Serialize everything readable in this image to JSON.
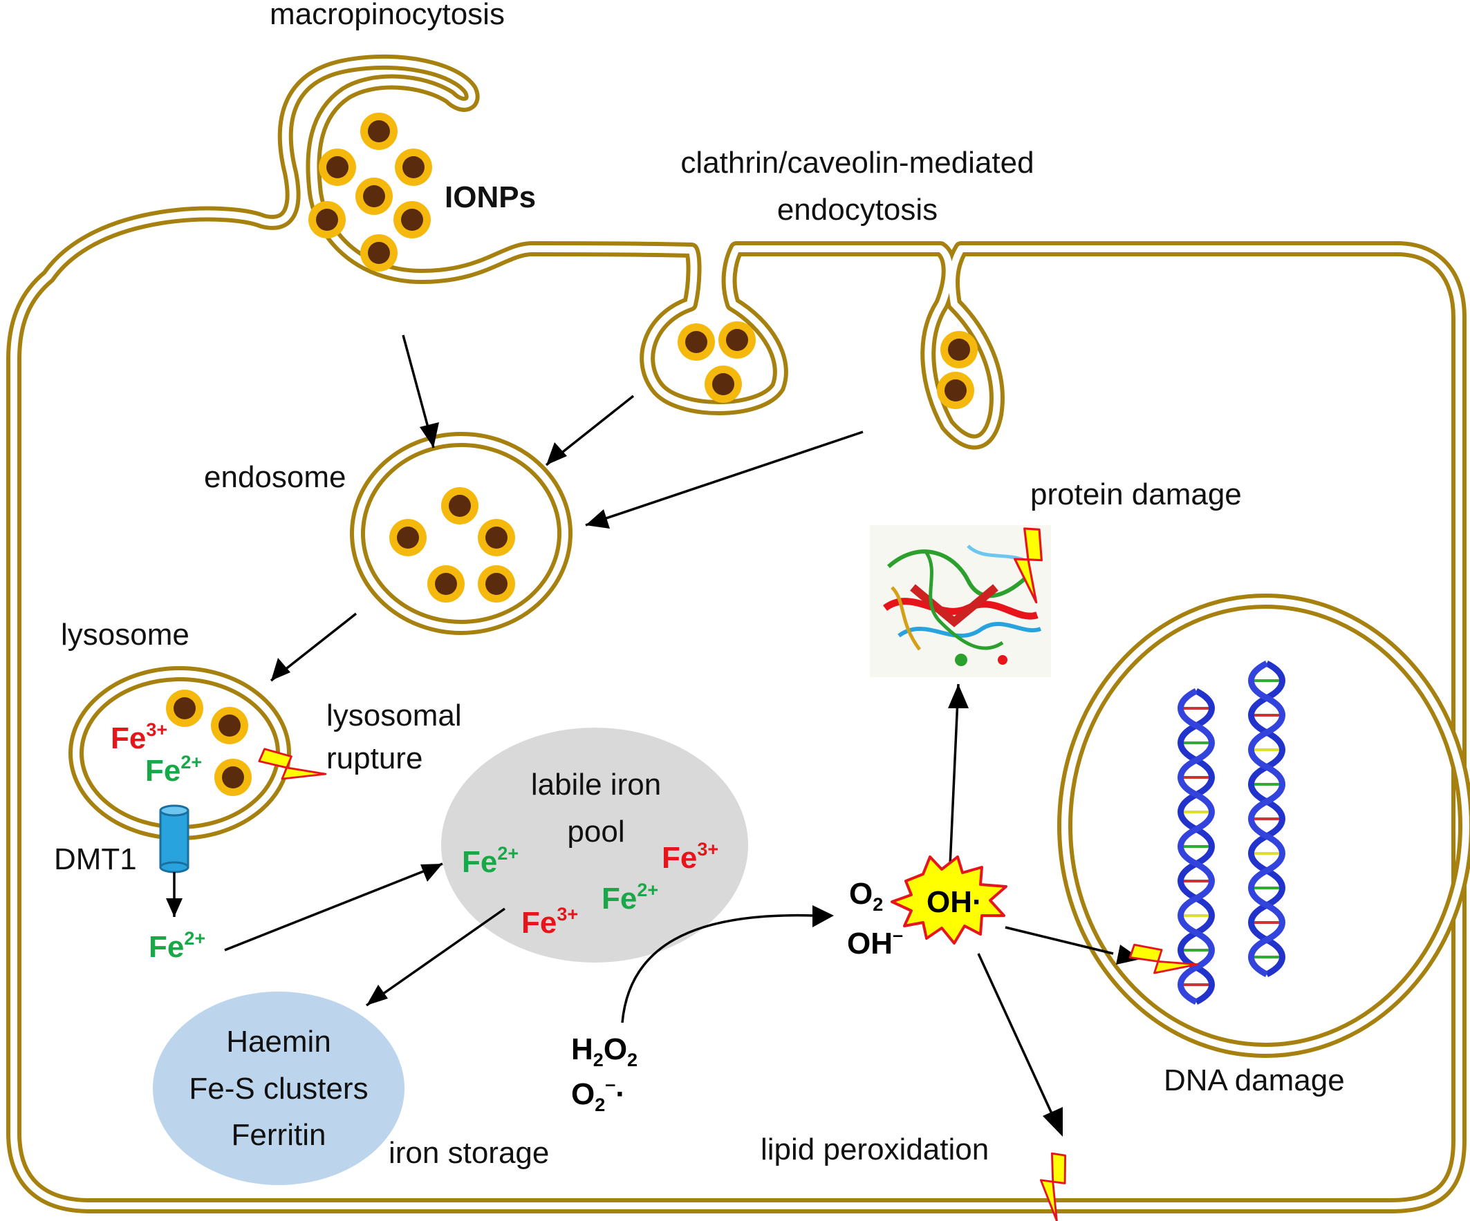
{
  "colors": {
    "membrane_gold": "#a6810f",
    "membrane_fill": "#ffffff",
    "nanoparticle_shell": "#f5b90d",
    "nanoparticle_core": "#5a2b0c",
    "fe3_red": "#e8141b",
    "fe2_green": "#18a847",
    "labile_pool_gray": "#d9d9d9",
    "iron_storage_blue": "#bcd5ed",
    "dmt1_blue": "#29a3de",
    "lightning_yellow": "#ffff00",
    "lightning_red": "#e8141b",
    "dna_blue": "#2233cc"
  },
  "labels": {
    "macropinocytosis": "macropinocytosis",
    "ionps": "IONPs",
    "endocytosis_line1": "clathrin/caveolin-mediated",
    "endocytosis_line2": "endocytosis",
    "endosome": "endosome",
    "lysosome": "lysosome",
    "lysosomal_line1": "lysosomal",
    "lysosomal_line2": "rupture",
    "dmt1": "DMT1",
    "labile_line1": "labile iron",
    "labile_line2": "pool",
    "storage_items": [
      "Haemin",
      "Fe-S clusters",
      "Ferritin"
    ],
    "iron_storage": "iron storage",
    "protein_damage": "protein damage",
    "dna_damage": "DNA damage",
    "lipid_peroxidation": "lipid peroxidation"
  },
  "ions": {
    "fe": "Fe",
    "three_plus": "3+",
    "two_plus": "2+"
  },
  "chemistry": {
    "h2o2_a": "H",
    "h2o2_sub1": "2",
    "h2o2_b": "O",
    "h2o2_sub2": "2",
    "superoxide_base": "O",
    "superoxide_sub": "2",
    "superoxide_sup": "–",
    "superoxide_dot": "·",
    "o2_base": "O",
    "o2_sub": "2",
    "oh_ion_base": "OH",
    "oh_ion_sup": "–",
    "oh_radical": "OH·"
  }
}
